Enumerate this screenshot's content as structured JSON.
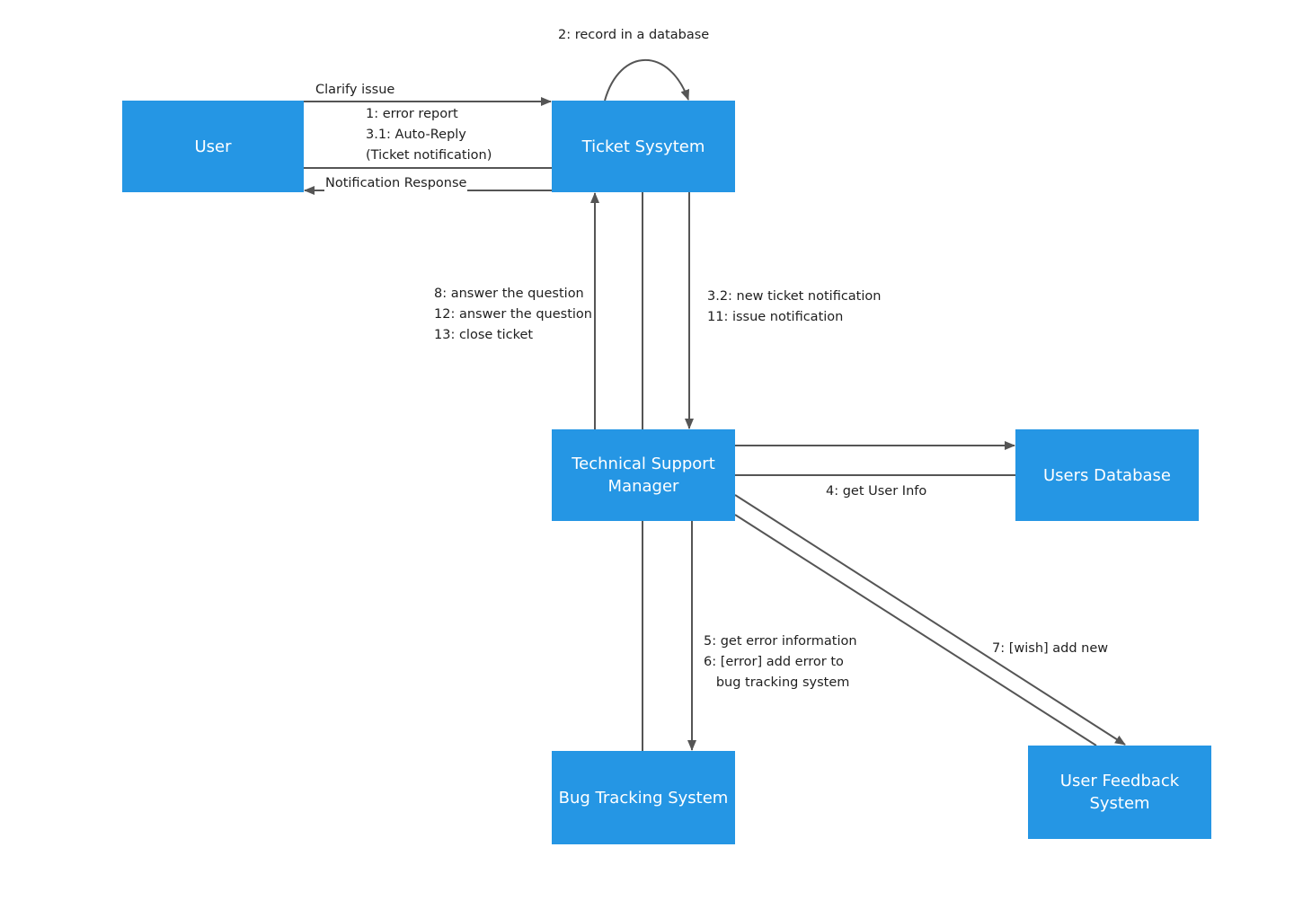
{
  "diagram": {
    "nodes": {
      "user": "User",
      "ticket_system": "Ticket Sysytem",
      "tech_support": "Technical Support\nManager",
      "users_database": "Users Database",
      "bug_tracking": "Bug Tracking System",
      "user_feedback": "User Feedback System"
    },
    "messages": {
      "record_db": "2: record in a database",
      "clarify_issue": "Clarify issue",
      "user_to_ticket": [
        "1: error report",
        "3.1: Auto-Reply",
        "(Ticket notification)"
      ],
      "notification_response": "Notification Response",
      "manager_to_ticket": [
        "8: answer the question",
        "12: answer the question",
        "13: close ticket"
      ],
      "ticket_to_manager": [
        "3.2: new ticket notification",
        "11: issue notification"
      ],
      "get_user_info": "4: get User Info",
      "manager_to_bug": [
        "5: get error information",
        "6: [error] add error to",
        "   bug tracking system"
      ],
      "wish_add_new": "7: [wish] add new"
    },
    "colors": {
      "node_fill": "#2596e4",
      "node_text": "#ffffff",
      "connector": "#555555",
      "label_text": "#1f1f1f"
    }
  }
}
